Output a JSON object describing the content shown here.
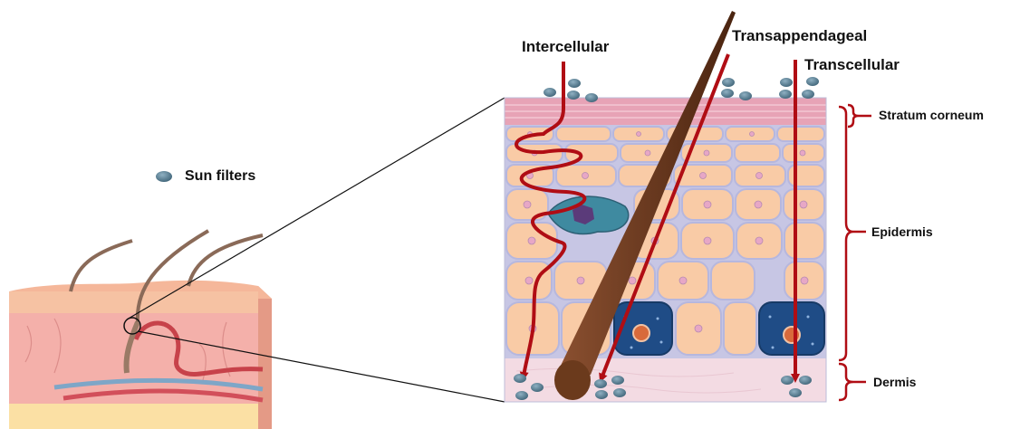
{
  "routes": {
    "intercellular": "Intercellular",
    "transappendageal": "Transappendageal",
    "transcellular": "Transcellular"
  },
  "legend": {
    "sun_filters": "Sun filters"
  },
  "layers": {
    "stratum_corneum": "Stratum corneum",
    "epidermis": "Epidermis",
    "dermis": "Dermis"
  },
  "colors": {
    "route_arrow": "#b00d14",
    "hair": "#6b3a1c",
    "sun_filter_dot": "#4f7588",
    "bracket": "#b00d14",
    "cell_fill": "#f9cba6",
    "cell_border": "#c9c9e6",
    "dermis": "#f3dbe3",
    "stratum": "#e8a9bb"
  }
}
